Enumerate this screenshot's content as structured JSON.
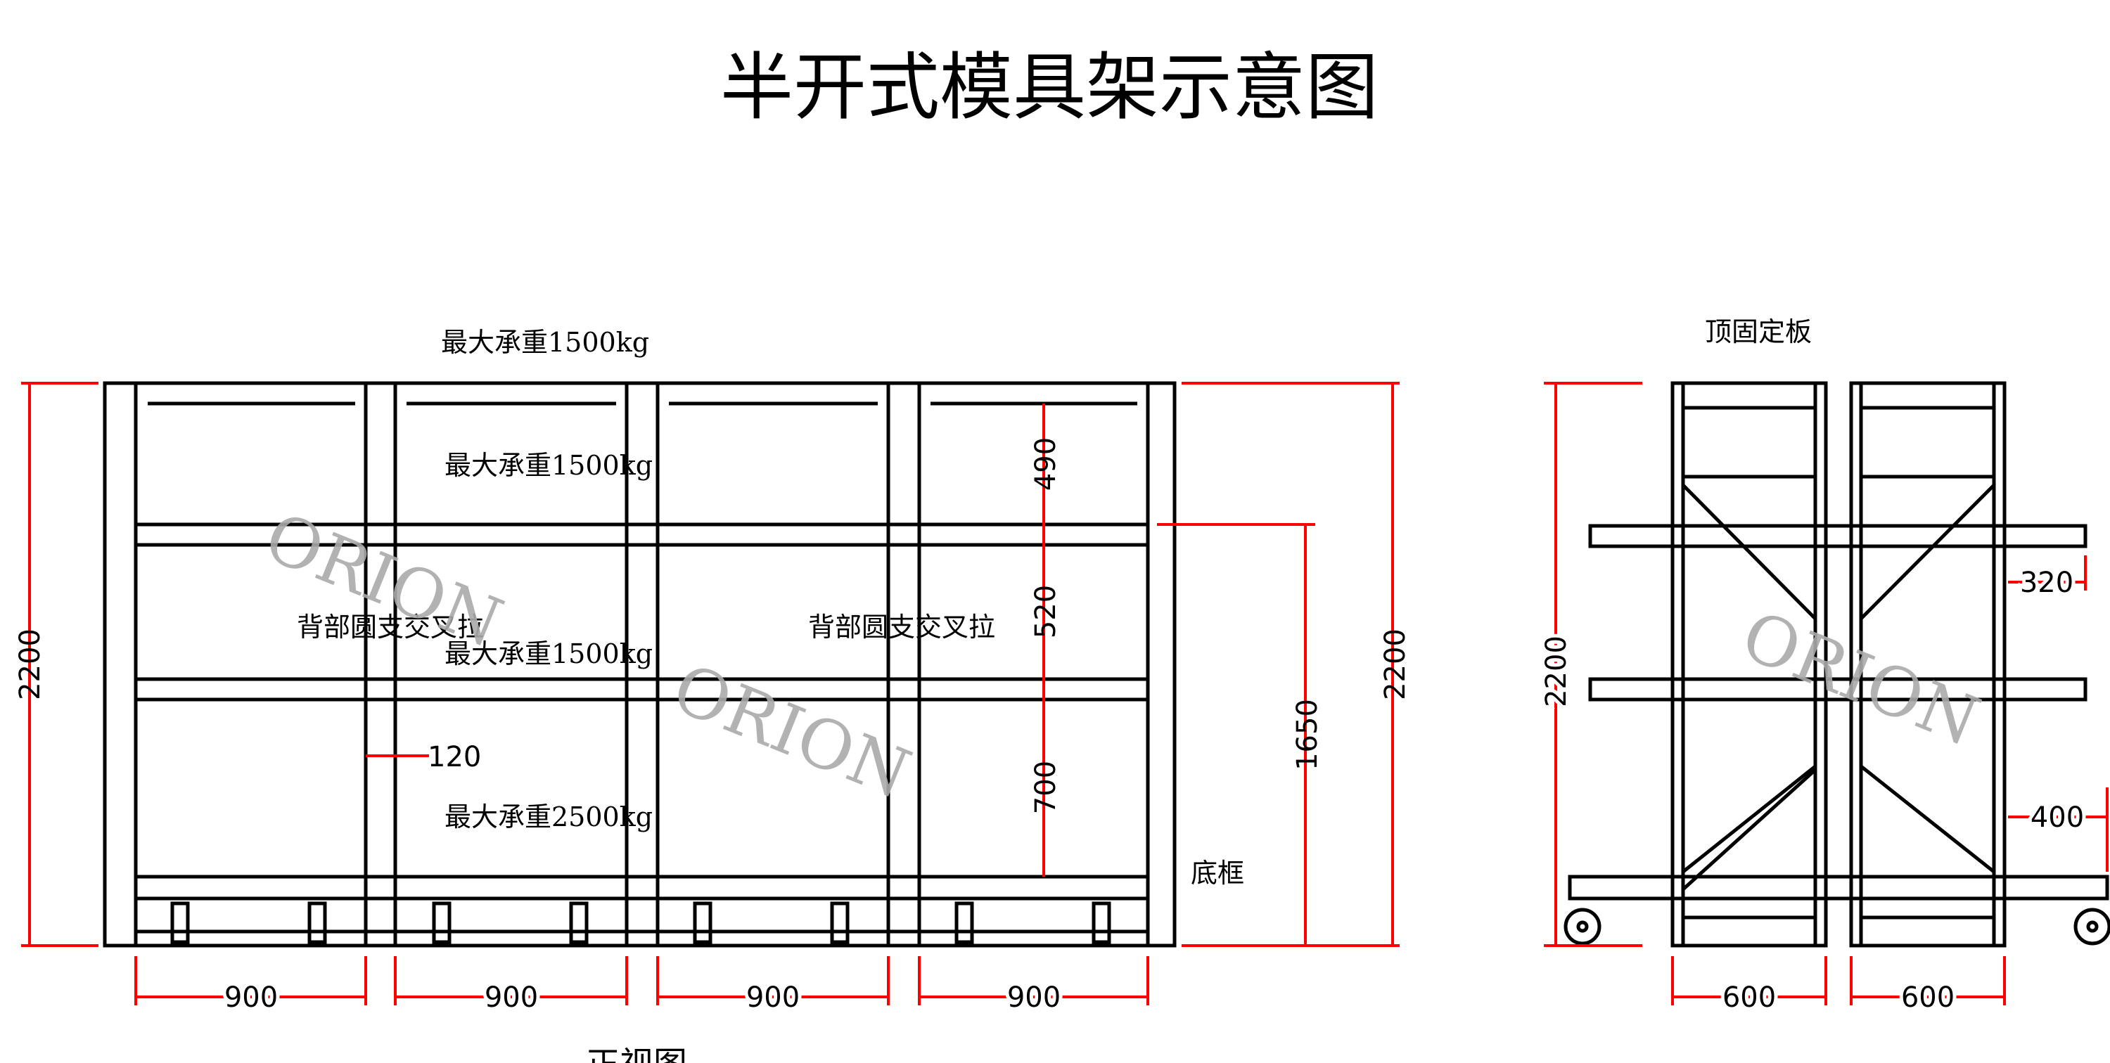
{
  "title": "半开式模具架示意图",
  "front_view": {
    "caption": "正视图",
    "load_labels": [
      "最大承重1500kg",
      "最大承重1500kg",
      "最大承重1500kg",
      "最大承重2500kg"
    ],
    "brace_labels": [
      "背部圆支交叉拉",
      "背部圆支交叉拉"
    ],
    "base_label": "底框",
    "dims": {
      "height_left": "2200",
      "height_right": "2200",
      "lower_height": "1650",
      "gap_top": "490",
      "gap_mid": "520",
      "gap_bottom": "700",
      "post_width": "120",
      "bay_widths": [
        "900",
        "900",
        "900",
        "900"
      ]
    },
    "watermarks": [
      "ORION",
      "ORION"
    ]
  },
  "side_view": {
    "top_label": "顶固定板",
    "dims": {
      "height": "2200",
      "arm_upper": "320",
      "arm_lower": "400",
      "depths": [
        "600",
        "600"
      ]
    },
    "watermark": "ORION"
  },
  "colors": {
    "dimension": "#ff0000",
    "line": "#000000",
    "watermark": "#aaaaaa"
  }
}
